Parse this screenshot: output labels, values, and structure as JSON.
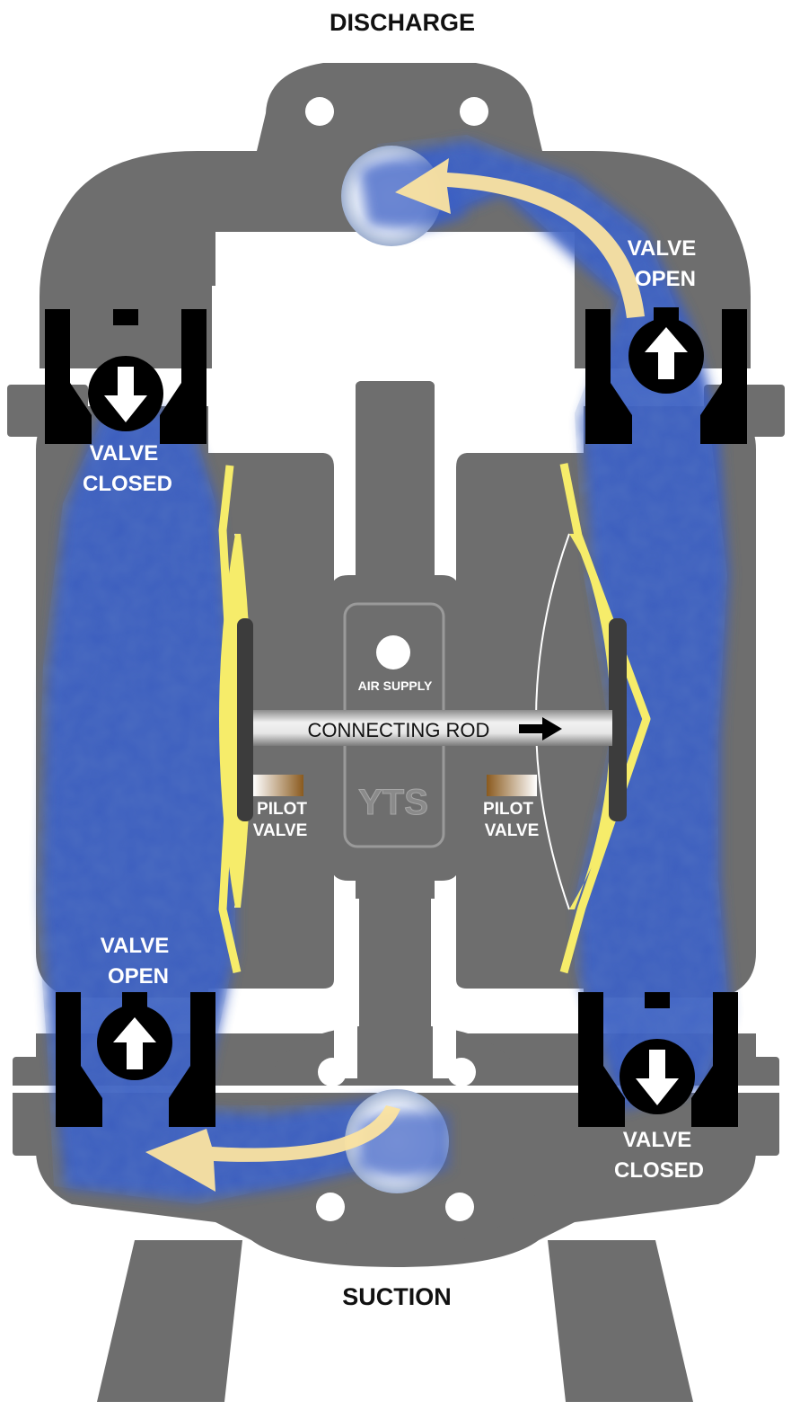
{
  "labels": {
    "discharge": "DISCHARGE",
    "suction": "SUCTION",
    "top_right_valve": [
      "VALVE",
      "OPEN"
    ],
    "top_left_valve": [
      "VALVE",
      "CLOSED"
    ],
    "bottom_left_valve": [
      "VALVE",
      "OPEN"
    ],
    "bottom_right_valve": [
      "VALVE",
      "CLOSED"
    ],
    "air_supply": "AIR SUPPLY",
    "connecting_rod": "CONNECTING ROD",
    "logo": "YTS",
    "left_pilot_valve": [
      "PILOT",
      "VALVE"
    ],
    "right_pilot_valve": [
      "PILOT",
      "VALVE"
    ]
  },
  "colors": {
    "pump_body": "#6e6e6e",
    "fluid": "#3a5fc4",
    "diaphragm": "#f6ec6a",
    "flow_arrow": "#fbe3a0",
    "valve": "#000000"
  },
  "icons": {
    "flow_arrows": "curved-arrow-icon",
    "valve_open": "arrow-up-icon",
    "valve_closed": "arrow-down-icon"
  }
}
